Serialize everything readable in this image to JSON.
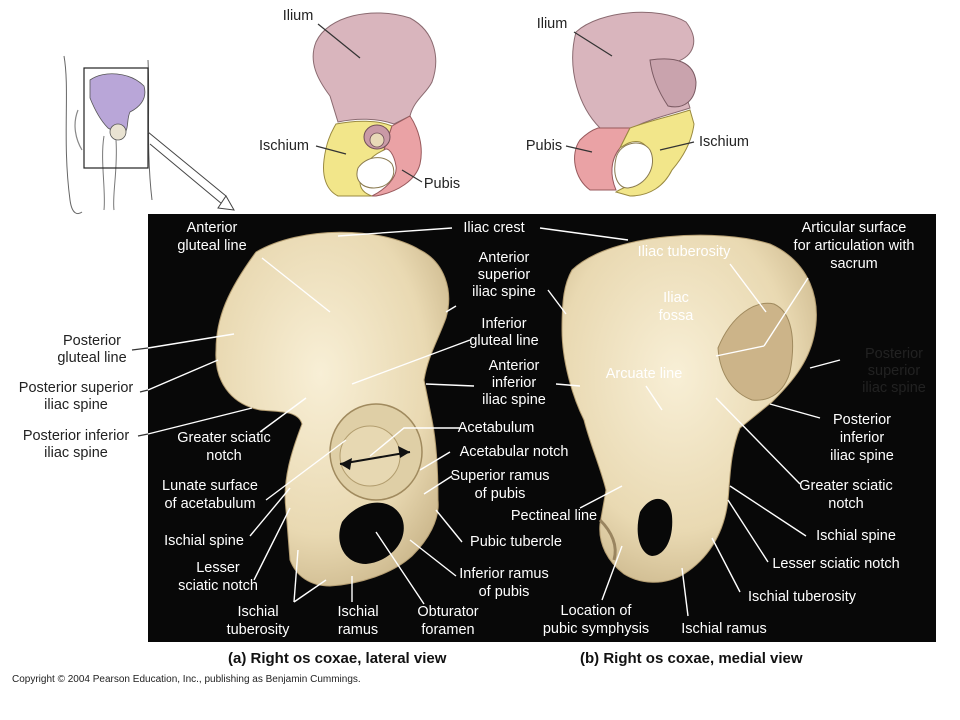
{
  "top": {
    "lateral": {
      "ilium": "Ilium",
      "ischium": "Ischium",
      "pubis": "Pubis"
    },
    "medial": {
      "ilium": "Ilium",
      "pubis": "Pubis",
      "ischium": "Ischium"
    }
  },
  "lateral_labels": {
    "anterior_gluteal_line": [
      "Anterior",
      "gluteal line"
    ],
    "iliac_crest": "Iliac crest",
    "anterior_superior_iliac_spine": [
      "Anterior",
      "superior",
      "iliac spine"
    ],
    "posterior_gluteal_line": [
      "Posterior",
      "gluteal line"
    ],
    "inferior_gluteal_line": [
      "Inferior",
      "gluteal line"
    ],
    "posterior_superior_iliac_spine": [
      "Posterior superior",
      "iliac spine"
    ],
    "anterior_inferior_iliac_spine": [
      "Anterior",
      "inferior",
      "iliac spine"
    ],
    "posterior_inferior_iliac_spine": [
      "Posterior inferior",
      "iliac spine"
    ],
    "greater_sciatic_notch": [
      "Greater sciatic",
      "notch"
    ],
    "acetabulum": "Acetabulum",
    "acetabular_notch": "Acetabular notch",
    "lunate_surface": [
      "Lunate surface",
      "of acetabulum"
    ],
    "superior_ramus_pubis": [
      "Superior ramus",
      "of pubis"
    ],
    "ischial_spine": "Ischial spine",
    "pubic_tubercle": "Pubic tubercle",
    "lesser_sciatic_notch": [
      "Lesser",
      "sciatic notch"
    ],
    "inferior_ramus_pubis": [
      "Inferior ramus",
      "of pubis"
    ],
    "ischial_tuberosity": [
      "Ischial",
      "tuberosity"
    ],
    "ischial_ramus": [
      "Ischial",
      "ramus"
    ],
    "obturator_foramen": [
      "Obturator",
      "foramen"
    ]
  },
  "medial_labels": {
    "articular_surface": [
      "Articular surface",
      "for articulation with",
      "sacrum"
    ],
    "iliac_tuberosity": "Iliac tuberosity",
    "iliac_fossa": [
      "Iliac",
      "fossa"
    ],
    "posterior_superior_iliac_spine": [
      "Posterior",
      "superior",
      "iliac spine"
    ],
    "arcuate_line": "Arcuate line",
    "posterior_inferior_iliac_spine": [
      "Posterior",
      "inferior",
      "iliac spine"
    ],
    "greater_sciatic_notch": [
      "Greater sciatic",
      "notch"
    ],
    "pectineal_line": "Pectineal line",
    "ischial_spine": "Ischial spine",
    "lesser_sciatic_notch": "Lesser sciatic notch",
    "ischial_tuberosity": "Ischial tuberosity",
    "pubic_symphysis": [
      "Location of",
      "pubic symphysis"
    ],
    "ischial_ramus": "Ischial ramus"
  },
  "captions": {
    "lateral": "(a) Right os coxae, lateral view",
    "medial": "(b) Right os coxae, medial view"
  },
  "copyright": "Copyright © 2004 Pearson Education, Inc., publishing as Benjamin Cummings.",
  "colors": {
    "ilium": "#d9b5bd",
    "ischium": "#f2e68a",
    "pubis": "#eaa2a5",
    "bone": "#efe2c2",
    "panel": "#080808",
    "thumb_hip": "#b9a6d8"
  }
}
